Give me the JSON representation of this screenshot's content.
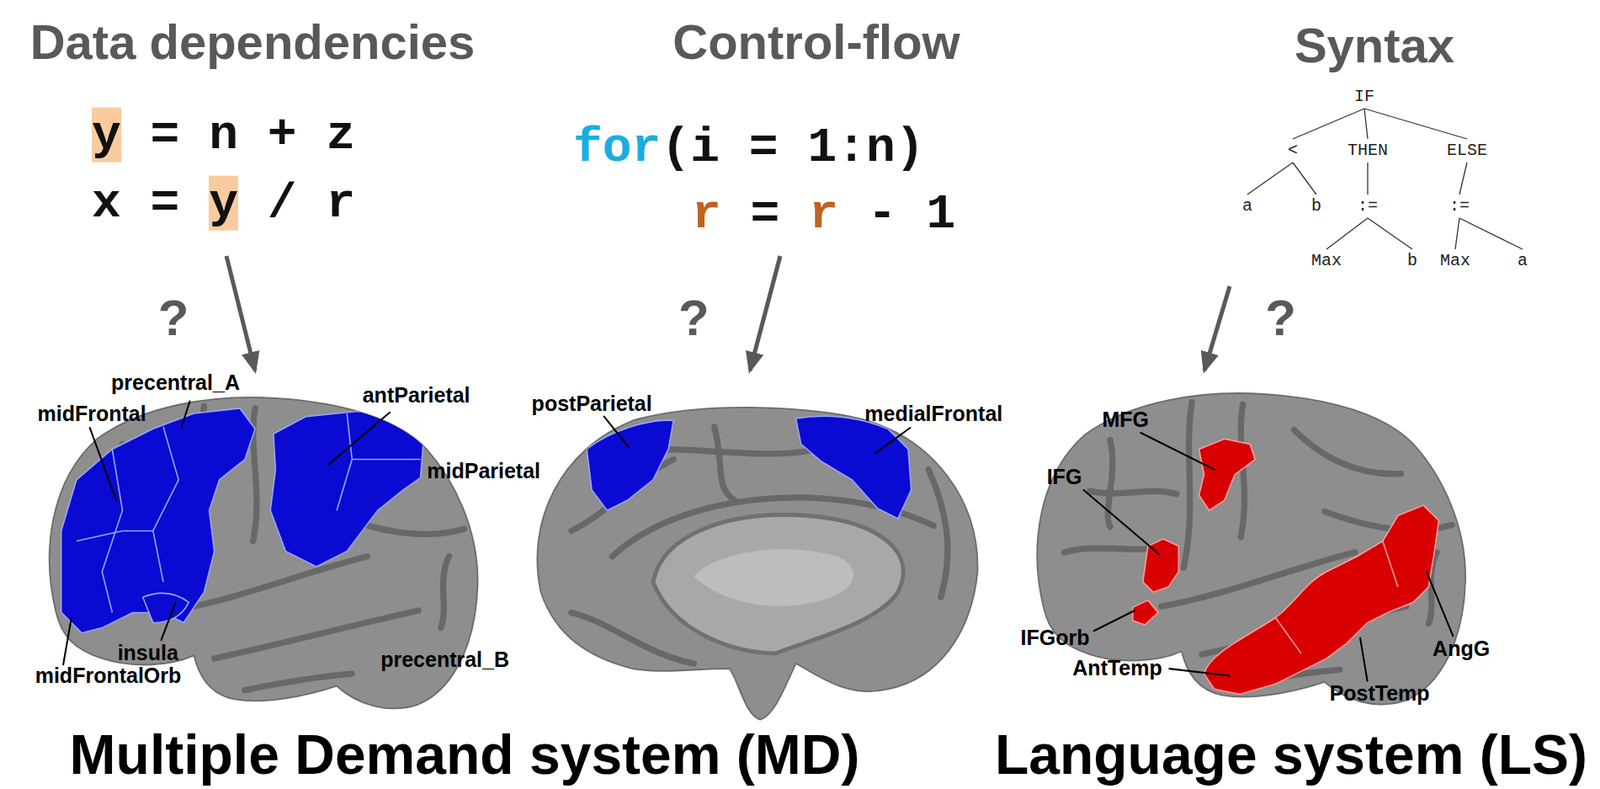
{
  "diagram": {
    "nodes": [
      {
        "text": [
          "Data dependencies",
          "y = n + z",
          "x = y / r"
        ]
      },
      {
        "text": [
          "Control-flow",
          "for(i = 1:n)",
          "r = r - 1"
        ]
      },
      {
        "text": [
          "Syntax"
        ]
      },
      {
        "text": [
          "IF"
        ],
        "in": 2
      },
      {
        "text": [
          "<"
        ],
        "in": 2
      },
      {
        "text": [
          "THEN"
        ],
        "in": 2
      },
      {
        "text": [
          "ELSE"
        ],
        "in": 2
      },
      {
        "text": [
          "a"
        ],
        "in": 2
      },
      {
        "text": [
          "b"
        ],
        "in": 2
      },
      {
        "text": [
          ":="
        ],
        "in": 2
      },
      {
        "text": [
          ":="
        ],
        "in": 2
      },
      {
        "text": [
          "Max"
        ],
        "in": 2
      },
      {
        "text": [
          "b"
        ],
        "in": 2
      },
      {
        "text": [
          "Max"
        ],
        "in": 2
      },
      {
        "text": [
          "a"
        ],
        "in": 2
      },
      {
        "text": [
          "Multiple Demand system (MD)"
        ]
      },
      {
        "text": [
          "Language system (LS)"
        ]
      }
    ],
    "edges": [
      {
        "from": 0,
        "to": 15,
        "arrow": "to"
      },
      {
        "from": 1,
        "to": 15,
        "arrow": "to"
      },
      {
        "from": 2,
        "to": 16,
        "arrow": "to"
      },
      {
        "from": 3,
        "to": 4,
        "arrow": "none"
      },
      {
        "from": 3,
        "to": 5,
        "arrow": "none"
      },
      {
        "from": 3,
        "to": 6,
        "arrow": "none"
      },
      {
        "from": 4,
        "to": 7,
        "arrow": "none"
      },
      {
        "from": 4,
        "to": 8,
        "arrow": "none"
      },
      {
        "from": 5,
        "to": 9,
        "arrow": "none"
      },
      {
        "from": 6,
        "to": 10,
        "arrow": "none"
      },
      {
        "from": 9,
        "to": 11,
        "arrow": "none"
      },
      {
        "from": 9,
        "to": 12,
        "arrow": "none"
      },
      {
        "from": 10,
        "to": 13,
        "arrow": "none"
      },
      {
        "from": 10,
        "to": 14,
        "arrow": "none"
      }
    ],
    "labels": [
      "?",
      "?",
      "?",
      "precentral_A",
      "midFrontal",
      "antParietal",
      "midParietal",
      "insula",
      "midFrontalOrb",
      "precentral_B",
      "postParietal",
      "medialFrontal",
      "MFG",
      "IFG",
      "IFGorb",
      "AntTemp",
      "PostTemp",
      "AngG"
    ]
  }
}
